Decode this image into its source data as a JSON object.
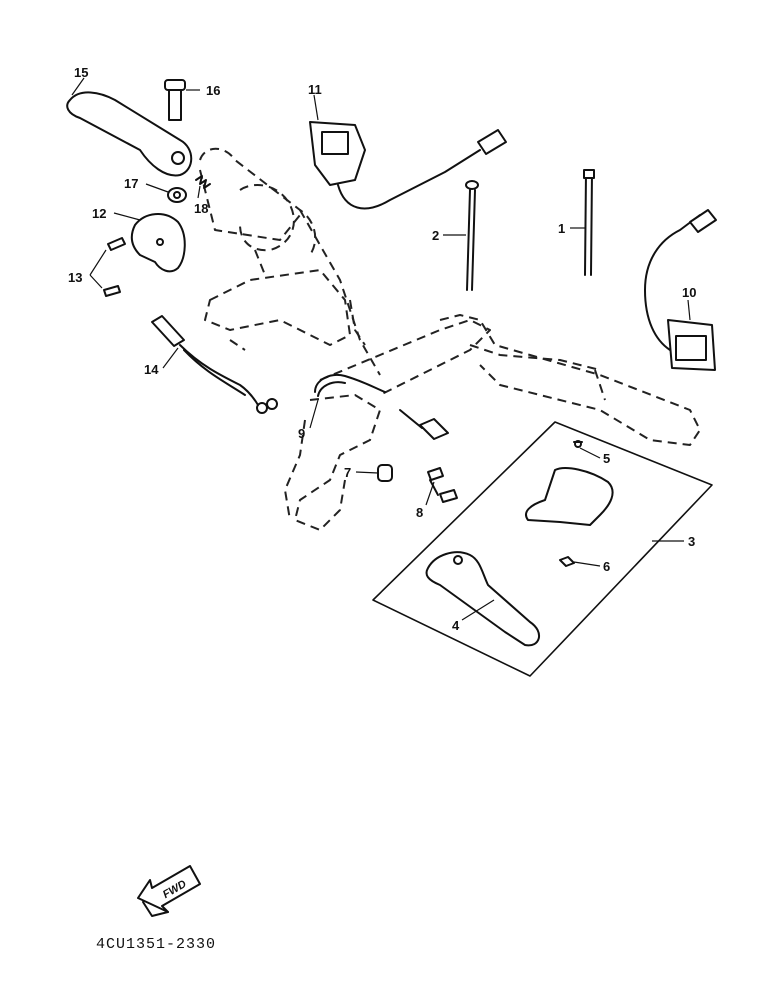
{
  "diagram": {
    "part_code": "4CU1351-2330",
    "direction_label": "FWD",
    "callouts": [
      "1",
      "2",
      "3",
      "4",
      "5",
      "6",
      "7",
      "8",
      "9",
      "10",
      "11",
      "12",
      "13",
      "14",
      "15",
      "16",
      "17",
      "18"
    ]
  }
}
